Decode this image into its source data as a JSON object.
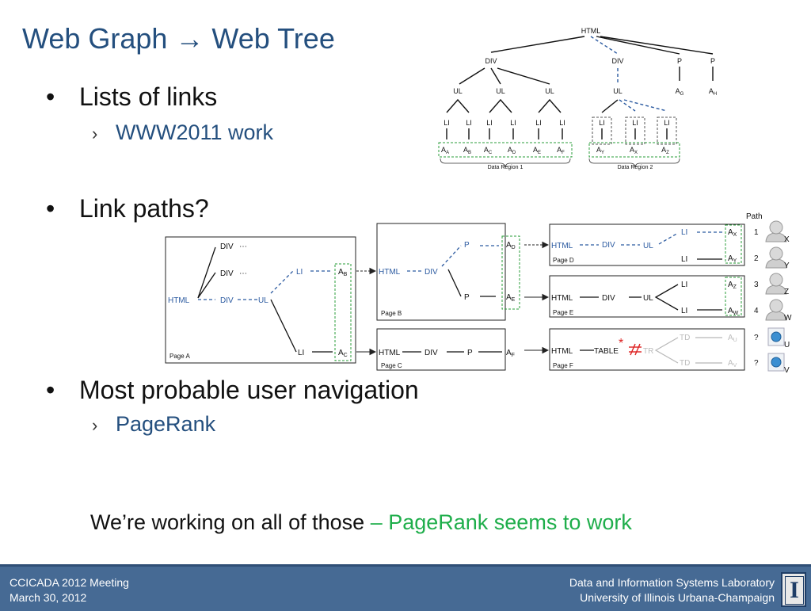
{
  "slide": {
    "title": "Web Graph → Web Tree",
    "bullets": [
      {
        "text": "Lists of links",
        "sub": "WWW2011 work"
      },
      {
        "text": "Link paths?"
      },
      {
        "text": "Most probable user navigation",
        "sub": "PageRank"
      }
    ],
    "note": {
      "main": "We’re working on all of those ",
      "highlight": "– PageRank seems to work"
    },
    "colors": {
      "title": "#244f7e",
      "highlight": "#1fae4b",
      "footer": "#466a94"
    }
  },
  "tree_diagram": {
    "root": "HTML",
    "div_left": "DIV",
    "div_right": "DIV",
    "p1": "P",
    "p2": "P",
    "ul1": "UL",
    "ul2": "UL",
    "ul3": "UL",
    "ul4": "UL",
    "ag": "A",
    "ag_sub": "G",
    "ah": "A",
    "ah_sub": "H",
    "li": "LI",
    "anchors": [
      {
        "a": "A",
        "s": "A"
      },
      {
        "a": "A",
        "s": "B"
      },
      {
        "a": "A",
        "s": "C"
      },
      {
        "a": "A",
        "s": "D"
      },
      {
        "a": "A",
        "s": "E"
      },
      {
        "a": "A",
        "s": "F"
      },
      {
        "a": "A",
        "s": "Y"
      },
      {
        "a": "A",
        "s": "X"
      },
      {
        "a": "A",
        "s": "Z"
      }
    ],
    "region1": "Data Region 1",
    "region2": "Data Region 2"
  },
  "path_diagram": {
    "html": "HTML",
    "div": "DIV",
    "ul": "UL",
    "li": "LI",
    "p": "P",
    "table": "TABLE",
    "tr": "TR",
    "td": "TD",
    "ellipsis": "⋯",
    "star": "*",
    "hash": "#",
    "a": "A",
    "subs": {
      "b": "B",
      "c": "C",
      "d": "D",
      "e": "E",
      "f": "F",
      "x": "X",
      "y": "Y",
      "z": "Z",
      "w": "W",
      "u": "U",
      "v": "V"
    },
    "pages": {
      "a": "Page A",
      "b": "Page B",
      "c": "Page C",
      "d": "Page D",
      "e": "Page E",
      "f": "Page F"
    },
    "path_header": "Path",
    "paths": [
      "1",
      "2",
      "3",
      "4",
      "?",
      "?"
    ],
    "users": [
      "X",
      "Y",
      "Z",
      "W",
      "U",
      "V"
    ]
  },
  "footer": {
    "left1": "CCICADA 2012 Meeting",
    "left2": "March 30, 2012",
    "right1": "Data and Information Systems Laboratory",
    "right2": "University of Illinois Urbana-Champaign",
    "logo": "I"
  }
}
